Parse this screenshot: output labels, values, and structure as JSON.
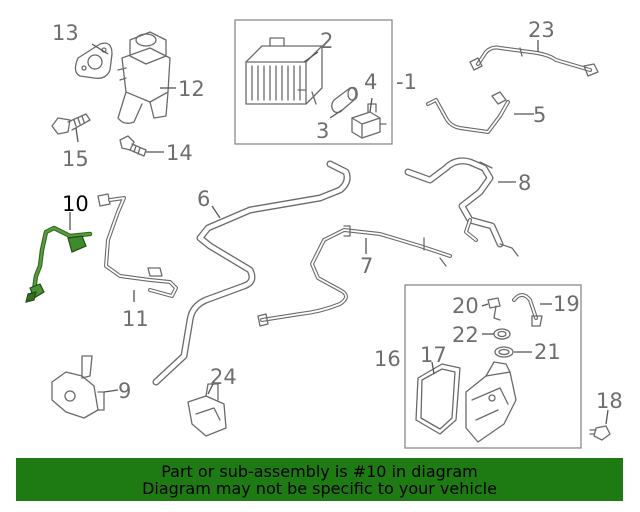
{
  "callouts": {
    "c1": "-1",
    "c2": "2",
    "c3": "3",
    "c4": "4",
    "c5": "5",
    "c6": "6",
    "c7": "7",
    "c8": "8",
    "c9": "9",
    "c10": "10",
    "c11": "11",
    "c12": "12",
    "c13": "13",
    "c14": "14",
    "c15": "15",
    "c16": "16",
    "c17": "17",
    "c18": "18",
    "c19": "19",
    "c20": "20",
    "c21": "21",
    "c22": "22",
    "c23": "23",
    "c24": "24"
  },
  "highlighted_part": "10",
  "colors": {
    "highlight": "#5d9c3c",
    "banner": "#1e7a12",
    "callout": "#6e6e6e"
  },
  "banner": {
    "line1": "Part or sub-assembly is #10 in diagram",
    "line2": "Diagram may not be specific to your vehicle"
  }
}
